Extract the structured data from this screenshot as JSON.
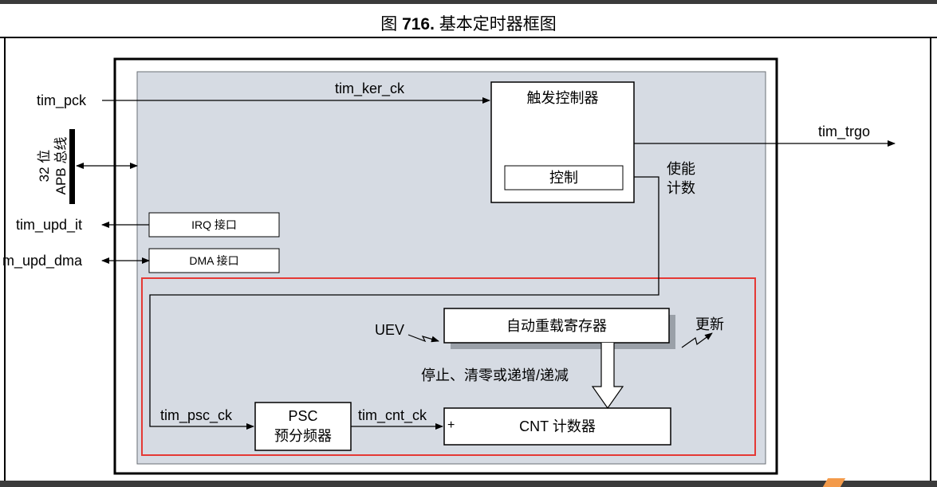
{
  "figure": {
    "title_prefix": "图 ",
    "title_number": "716.",
    "title_text": " 基本定时器框图"
  },
  "signals": {
    "tim_pck": "tim_pck",
    "tim_ker_ck": "tim_ker_ck",
    "tim_trgo": "tim_trgo",
    "bus_line1": "32 位",
    "bus_line2": "APB 总线",
    "tim_upd_it": "tim_upd_it",
    "tim_upd_dma": "m_upd_dma",
    "uev": "UEV",
    "tim_psc_ck": "tim_psc_ck",
    "tim_cnt_ck": "tim_cnt_ck",
    "enable_line1": "使能",
    "enable_line2": "计数",
    "update": "更新",
    "stop_clear": "停止、清零或递增/递减",
    "plus": "+"
  },
  "blocks": {
    "trigger_controller": "触发控制器",
    "control": "控制",
    "irq_interface": "IRQ 接口",
    "dma_interface": "DMA 接口",
    "auto_reload": "自动重载寄存器",
    "psc_line1": "PSC",
    "psc_line2": "预分频器",
    "cnt_counter": "CNT 计数器"
  },
  "colors": {
    "inner_fill": "#d6dbe3",
    "highlight": "#e53935",
    "shadow": "#9aa0a8"
  }
}
